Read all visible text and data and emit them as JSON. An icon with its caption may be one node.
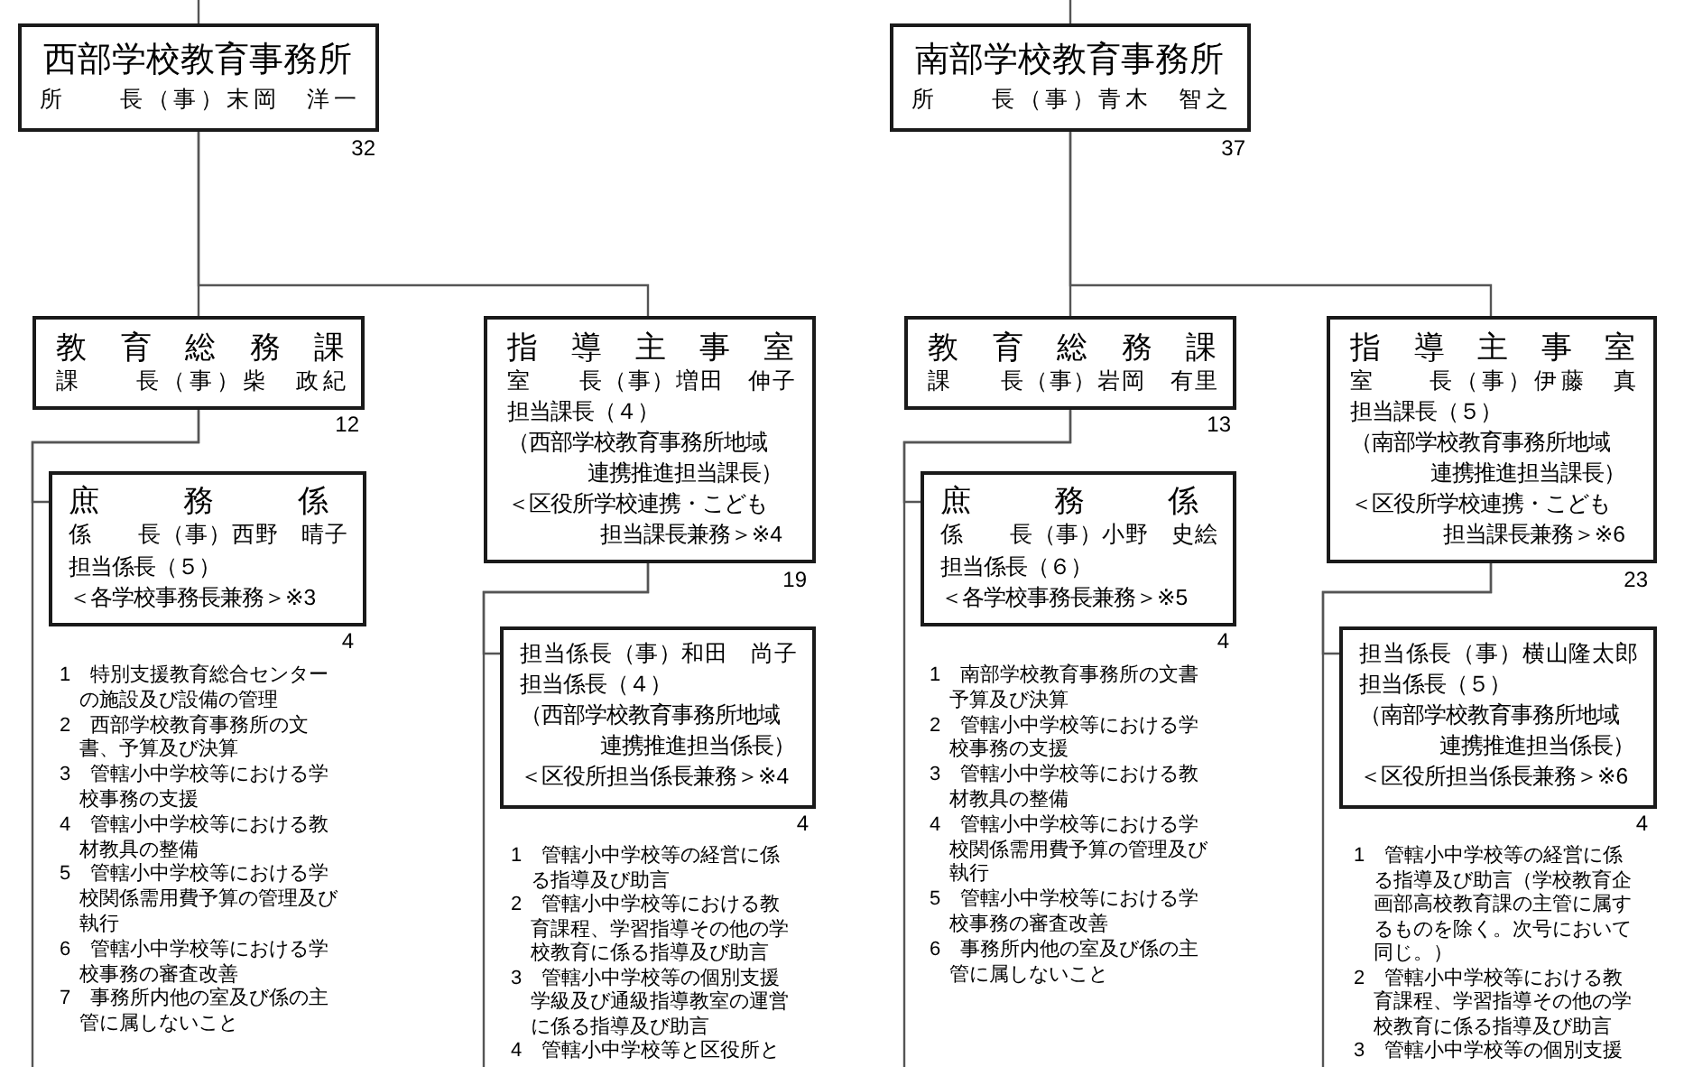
{
  "diagram": {
    "nodes": [
      {
        "text": [
          "西部学校教育事務所",
          "所　　長（事）末岡　洋一"
        ],
        "beside": [
          "32"
        ]
      },
      {
        "text": [
          "教育総務課",
          "課　　長（事）柴　政紀"
        ],
        "beside": [
          "12"
        ]
      },
      {
        "text": [
          "指導主事室",
          "室　　長（事）増田　伸子",
          "担当課長（４）",
          "（西部学校教育事務所地域連携推進担当課長）",
          "＜区役所学校連携・こども担当課長兼務＞※4"
        ],
        "beside": [
          "19"
        ]
      },
      {
        "text": [
          "庶務係",
          "係　　長（事）西野　晴子",
          "担当係長（５）",
          "＜各学校事務長兼務＞※3"
        ],
        "beside": [
          "4",
          "1　特別支援教育総合センターの施設及び設備の管理",
          "2　西部学校教育事務所の文書、予算及び決算",
          "3　管轄小中学校等における学校事務の支援",
          "4　管轄小中学校等における教材教具の整備",
          "5　管轄小中学校等における学校関係需用費予算の管理及び執行",
          "6　管轄小中学校等における学校事務の審査改善",
          "7　事務所内他の室及び係の主管に属しないこと"
        ]
      },
      {
        "text": [
          "担当係長（事）和田　尚子",
          "担当係長（４）",
          "（西部学校教育事務所地域連携推進担当係長）",
          "＜区役所担当係長兼務＞※4"
        ],
        "beside": [
          "4",
          "1　管轄小中学校等の経営に係る指導及び助言",
          "2　管轄小中学校等における教育課程、学習指導その他の学校教育に係る指導及び助言",
          "3　管轄小中学校等の個別支援学級及び通級指導教室の運営に係る指導及び助言",
          "4　管轄小中学校等と区役所と"
        ]
      },
      {
        "text": [
          "南部学校教育事務所",
          "所　　長（事）青木　智之"
        ],
        "beside": [
          "37"
        ]
      },
      {
        "text": [
          "教育総務課",
          "課　　長（事）岩岡　有里"
        ],
        "beside": [
          "13"
        ]
      },
      {
        "text": [
          "指導主事室",
          "室　　長（事）伊藤　真",
          "担当課長（５）",
          "（南部学校教育事務所地域連携推進担当課長）",
          "＜区役所学校連携・こども担当課長兼務＞※6"
        ],
        "beside": [
          "23"
        ]
      },
      {
        "text": [
          "庶務係",
          "係　　長（事）小野　史絵",
          "担当係長（６）",
          "＜各学校事務長兼務＞※5"
        ],
        "beside": [
          "4",
          "1　南部学校教育事務所の文書予算及び決算",
          "2　管轄小中学校等における学校事務の支援",
          "3　管轄小中学校等における教材教具の整備",
          "4　管轄小中学校等における学校関係需用費予算の管理及び執行",
          "5　管轄小中学校等における学校事務の審査改善",
          "6　事務所内他の室及び係の主管に属しないこと"
        ]
      },
      {
        "text": [
          "担当係長（事）横山隆太郎",
          "担当係長（５）",
          "（南部学校教育事務所地域連携推進担当係長）",
          "＜区役所担当係長兼務＞※6"
        ],
        "beside": [
          "4",
          "1　管轄小中学校等の経営に係る指導及び助言（学校教育企画部高校教育課の主管に属するものを除く。次号において同じ。）",
          "2　管轄小中学校等における教育課程、学習指導その他の学校教育に係る指導及び助言",
          "3　管轄小中学校等の個別支援"
        ]
      }
    ],
    "edges": [
      {
        "from": null,
        "to": 0,
        "arrow": "none"
      },
      {
        "from": 0,
        "to": 1,
        "arrow": "none"
      },
      {
        "from": 0,
        "to": 2,
        "arrow": "none"
      },
      {
        "from": 1,
        "to": 3,
        "arrow": "none"
      },
      {
        "from": 1,
        "to": null,
        "arrow": "none"
      },
      {
        "from": 2,
        "to": 4,
        "arrow": "none"
      },
      {
        "from": 2,
        "to": null,
        "arrow": "none"
      },
      {
        "from": null,
        "to": 5,
        "arrow": "none"
      },
      {
        "from": 5,
        "to": 6,
        "arrow": "none"
      },
      {
        "from": 5,
        "to": 7,
        "arrow": "none"
      },
      {
        "from": 6,
        "to": 8,
        "arrow": "none"
      },
      {
        "from": 6,
        "to": null,
        "arrow": "none"
      },
      {
        "from": 7,
        "to": 9,
        "arrow": "none"
      },
      {
        "from": 7,
        "to": null,
        "arrow": "none"
      }
    ]
  }
}
